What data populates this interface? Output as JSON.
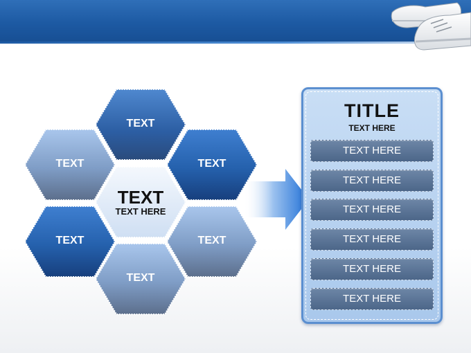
{
  "hexagons": {
    "top": "TEXT",
    "upper_left": "TEXT",
    "upper_right": "TEXT",
    "lower_left": "TEXT",
    "lower_right": "TEXT",
    "bottom": "TEXT",
    "center_title": "TEXT",
    "center_sub": "TEXT HERE"
  },
  "panel": {
    "title": "TITLE",
    "subtitle": "TEXT HERE",
    "rows": [
      "TEXT HERE",
      "TEXT HERE",
      "TEXT HERE",
      "TEXT HERE",
      "TEXT HERE",
      "TEXT HERE"
    ]
  },
  "colors": {
    "header_blue": "#1d5aa3",
    "hex_dark_blue": "#1f4f97",
    "hex_light_blue": "#9fb9de",
    "panel_border": "#5b8fd0",
    "row_fill": "#5a7597"
  },
  "decorations": {
    "header_image": "sneakers-icon",
    "connector": "right-arrow-icon"
  }
}
